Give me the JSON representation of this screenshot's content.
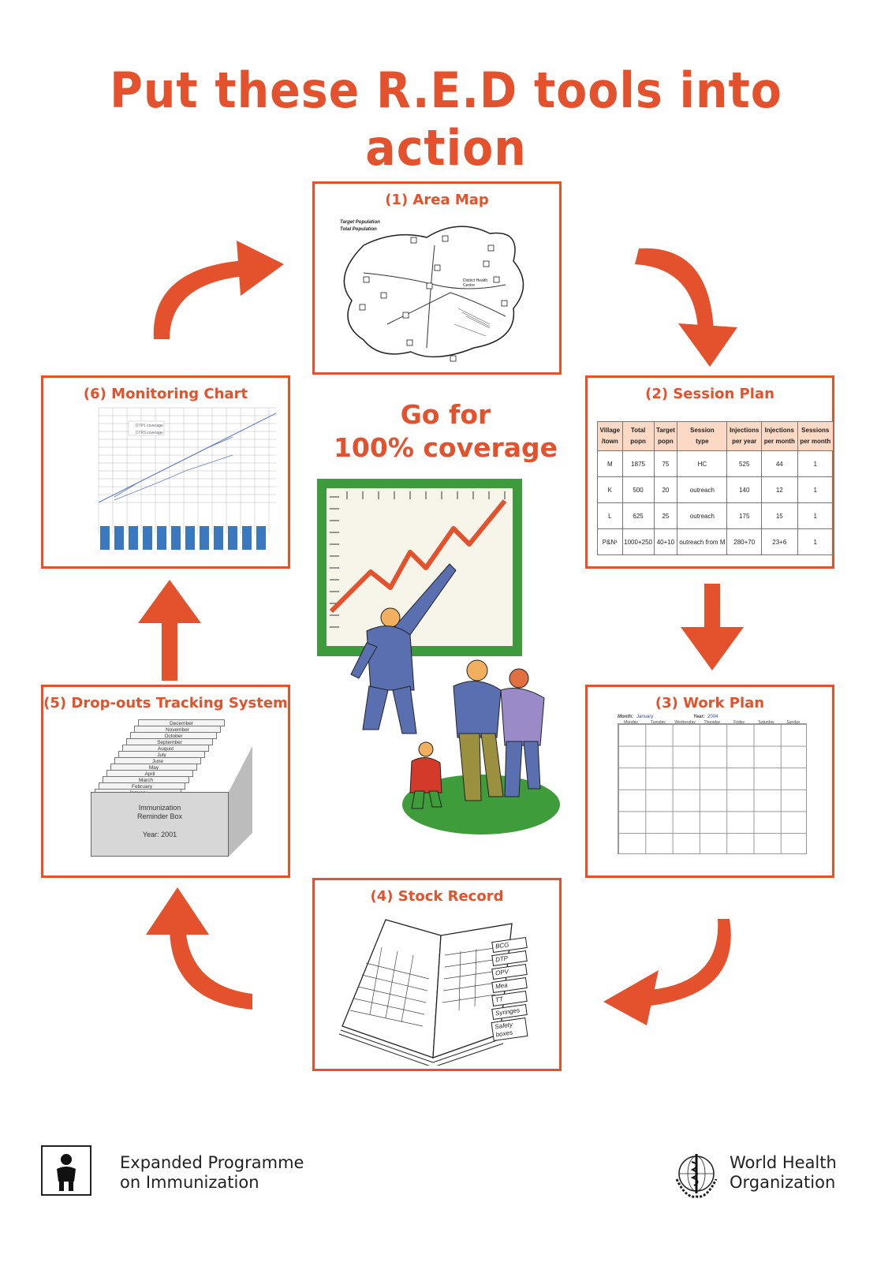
{
  "title": "Put these R.E.D tools into action",
  "center": {
    "line1": "Go for",
    "line2": "100% coverage"
  },
  "panels": {
    "area_map": {
      "title": "(1) Area Map",
      "legend1": "Target Population",
      "legend2": "Total Population",
      "center_label": "District Health Centre"
    },
    "session_plan": {
      "title": "(2) Session Plan",
      "headers": [
        [
          "Village",
          "/town"
        ],
        [
          "Total",
          "popn"
        ],
        [
          "Target",
          "popn"
        ],
        [
          "Session",
          "type"
        ],
        [
          "Injections",
          "per year"
        ],
        [
          "Injections",
          "per month"
        ],
        [
          "Sessions",
          "per month"
        ]
      ],
      "rows": [
        [
          "M",
          "1875",
          "75",
          "HC",
          "525",
          "44",
          "1"
        ],
        [
          "K",
          "500",
          "20",
          "outreach",
          "140",
          "12",
          "1"
        ],
        [
          "L",
          "625",
          "25",
          "outreach",
          "175",
          "15",
          "1"
        ],
        [
          "P&N¹",
          "1000+250",
          "40+10",
          "outreach from M",
          "280+70",
          "23+6",
          "1"
        ]
      ]
    },
    "work_plan": {
      "title": "(3) Work Plan",
      "month_label": "Month:",
      "month": "January",
      "year_label": "Year:",
      "year": "2004",
      "days": [
        "Monday",
        "Tuesday",
        "Wednesday",
        "Thursday",
        "Friday",
        "Saturday",
        "Sunday"
      ]
    },
    "stock_record": {
      "title": "(4) Stock Record",
      "tabs": [
        "BCG",
        "DTP",
        "OPV",
        "Mea",
        "TT",
        "Syringes",
        "Safety boxes"
      ]
    },
    "dropouts": {
      "title": "(5) Drop-outs Tracking System",
      "cards": [
        "December",
        "November",
        "October",
        "September",
        "August",
        "July",
        "June",
        "May",
        "April",
        "March",
        "February",
        "January"
      ],
      "box_line1": "Immunization",
      "box_line2": "Reminder Box",
      "box_year": "Year: 2001"
    },
    "monitoring": {
      "title": "(6) Monitoring Chart",
      "legend": [
        "DTP1 coverage",
        "DTP3 coverage"
      ]
    }
  },
  "footer": {
    "left_line1": "Expanded Programme",
    "left_line2": "on Immunization",
    "right_line1": "World Health",
    "right_line2": "Organization"
  },
  "colors": {
    "accent": "#e3522c",
    "board_green": "#3d9a3d",
    "grass": "#3e9c3a",
    "bar_blue": "#3a78c0"
  }
}
